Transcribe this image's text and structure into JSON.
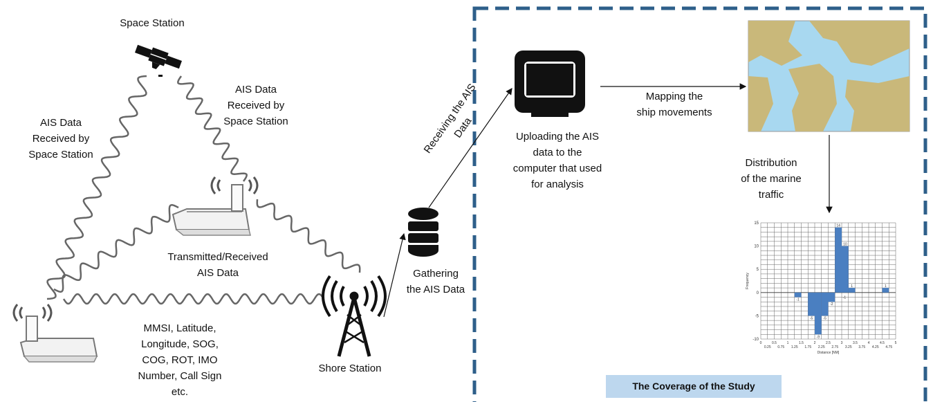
{
  "labels": {
    "space_station": "Space Station",
    "ais_received_left": "AIS Data\nReceived by\nSpace Station",
    "ais_received_right": "AIS Data\nReceived by\nSpace Station",
    "transmitted": "Transmitted/Received\nAIS Data",
    "mmsi": "MMSI, Latitude,\nLongitude, SOG,\nCOG, ROT, IMO\nNumber, Call Sign\netc.",
    "shore_station": "Shore Station",
    "gathering": "Gathering\nthe AIS Data",
    "receiving": "Receiving the AIS\nData",
    "uploading": "Uploading the AIS\ndata to the\ncomputer that used\nfor analysis",
    "mapping": "Mapping the\nship movements",
    "distribution": "Distribution\nof the marine\ntraffic",
    "coverage": "The Coverage of the Study"
  },
  "colors": {
    "dashed_border": "#2e5f8a",
    "coverage_box": "#bdd7ee",
    "map_land": "#c9b87a",
    "map_water": "#a8d8f0",
    "bar": "#4a7fc1"
  },
  "chart_data": {
    "type": "bar",
    "x": [
      1.25,
      1.75,
      2.0,
      2.25,
      2.5,
      2.75,
      3.0,
      3.25,
      4.5
    ],
    "values": [
      -1,
      -5,
      -9,
      -5,
      -2,
      14,
      10,
      1,
      1
    ],
    "data_labels": [
      "-1",
      "-5",
      "-9",
      "-5",
      "-2",
      "14",
      "10",
      "1",
      "1"
    ],
    "extra_labels": [
      "-1"
    ],
    "xlabel": "Distance [NM]",
    "ylabel": "Frequency",
    "ylim": [
      -10,
      15
    ],
    "yticks": [
      "15",
      "10",
      "5",
      "0",
      "-5",
      "-10"
    ],
    "xticks_major": [
      "0",
      "0.5",
      "1",
      "1.5",
      "2",
      "2.5",
      "3",
      "3.5",
      "4",
      "4.5",
      "5"
    ],
    "xticks_minor": [
      "0.25",
      "0.75",
      "1.25",
      "1.75",
      "2.25",
      "2.75",
      "3.25",
      "3.75",
      "4.25",
      "4.75"
    ],
    "grid": true
  }
}
